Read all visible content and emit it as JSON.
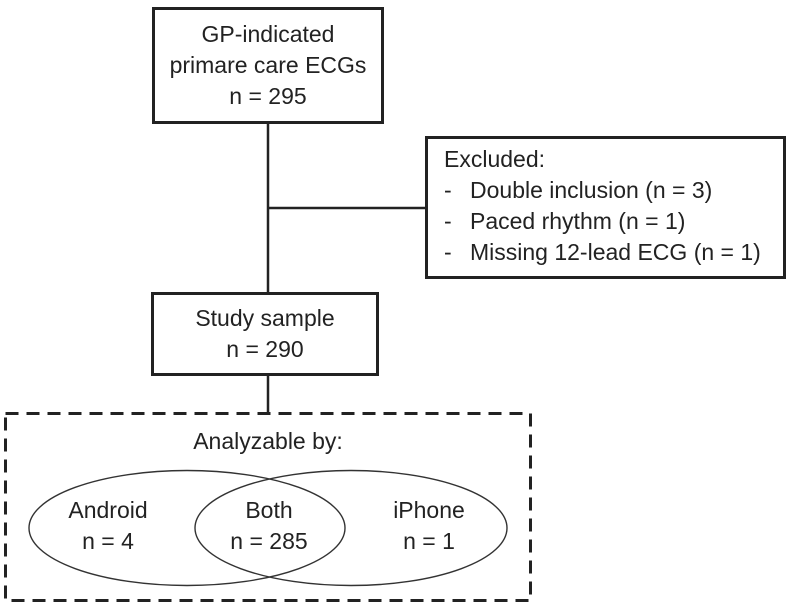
{
  "colors": {
    "background": "#ffffff",
    "line": "#222222",
    "ellipse_stroke": "#333333",
    "text": "#222222"
  },
  "flowchart": {
    "source_box": {
      "lines": [
        "GP-indicated",
        "primare care ECGs",
        "n = 295"
      ]
    },
    "excluded_box": {
      "title": "Excluded:",
      "bullet": "-",
      "items": [
        "Double inclusion (n = 3)",
        "Paced rhythm (n = 1)",
        "Missing 12-lead ECG (n = 1)"
      ]
    },
    "sample_box": {
      "lines": [
        "Study sample",
        "n = 290"
      ]
    },
    "analyzable_box": {
      "title": "Analyzable by:",
      "venn": {
        "android": {
          "label": "Android",
          "count": "n = 4"
        },
        "both": {
          "label": "Both",
          "count": "n = 285"
        },
        "iphone": {
          "label": "iPhone",
          "count": "n = 1"
        }
      }
    }
  }
}
